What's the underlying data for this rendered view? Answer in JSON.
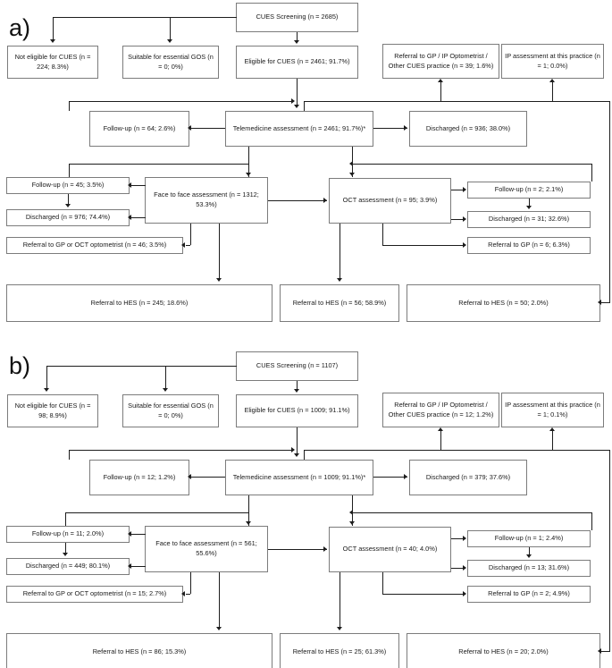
{
  "figure": {
    "type": "flowchart",
    "panels": [
      {
        "id": "a",
        "label": "a)",
        "nodes": {
          "screening": "CUES Screening (n = 2685)",
          "not_eligible": "Not eligible for CUES (n = 224; 8.3%)",
          "suitable_gos": "Suitable for essential GOS (n = 0; 0%)",
          "eligible": "Eligible for CUES (n = 2461; 91.7%)",
          "referral_gp_ip": "Referral to GP / IP Optometrist / Other CUES practice (n = 39; 1.6%)",
          "ip_assessment": "IP assessment at this practice (n = 1; 0.0%)",
          "followup_tele": "Follow-up (n = 64; 2.6%)",
          "telemedicine": "Telemedicine assessment (n = 2461; 91.7%)*",
          "discharged_tele": "Discharged (n = 936; 38.0%)",
          "followup_f2f": "Follow-up (n = 45; 3.5%)",
          "face_to_face": "Face to face assessment (n = 1312; 53.3%)",
          "discharged_f2f": "Discharged (n = 976; 74.4%)",
          "referral_gp_oct_opt": "Referral to GP or OCT optometrist (n = 46; 3.5%)",
          "oct": "OCT assessment (n = 95; 3.9%)",
          "followup_oct": "Follow-up (n = 2; 2.1%)",
          "discharged_oct": "Discharged (n = 31; 32.6%)",
          "referral_gp_oct": "Referral to GP (n = 6; 6.3%)",
          "hes_f2f": "Referral to HES (n = 245; 18.6%)",
          "hes_oct": "Referral to HES (n = 56; 58.9%)",
          "hes_ip": "Referral to HES (n = 50; 2.0%)"
        }
      },
      {
        "id": "b",
        "label": "b)",
        "nodes": {
          "screening": "CUES Screening (n = 1107)",
          "not_eligible": "Not eligible for CUES (n = 98; 8.9%)",
          "suitable_gos": "Suitable for essential GOS (n = 0; 0%)",
          "eligible": "Eligible for CUES (n = 1009; 91.1%)",
          "referral_gp_ip": "Referral to GP / IP Optometrist / Other CUES practice (n = 12; 1.2%)",
          "ip_assessment": "IP assessment at this practice (n = 1; 0.1%)",
          "followup_tele": "Follow-up (n = 12; 1.2%)",
          "telemedicine": "Telemedicine assessment (n = 1009; 91.1%)*",
          "discharged_tele": "Discharged (n = 379; 37.6%)",
          "followup_f2f": "Follow-up (n = 11; 2.0%)",
          "face_to_face": "Face to face assessment (n = 561; 55.6%)",
          "discharged_f2f": "Discharged (n = 449; 80.1%)",
          "referral_gp_oct_opt": "Referral to GP or OCT optometrist (n = 15; 2.7%)",
          "oct": "OCT assessment (n = 40; 4.0%)",
          "followup_oct": "Follow-up (n = 1; 2.4%)",
          "discharged_oct": "Discharged (n = 13; 31.6%)",
          "referral_gp_oct": "Referral to GP (n = 2; 4.9%)",
          "hes_f2f": "Referral to HES (n = 86; 15.3%)",
          "hes_oct": "Referral to HES (n = 25; 61.3%)",
          "hes_ip": "Referral to HES (n = 20; 2.0%)"
        }
      }
    ],
    "colors": {
      "box_border": "#7c7c7c",
      "line": "#1d1d1d",
      "text": "#1a1a1a",
      "background": "#ffffff"
    }
  }
}
